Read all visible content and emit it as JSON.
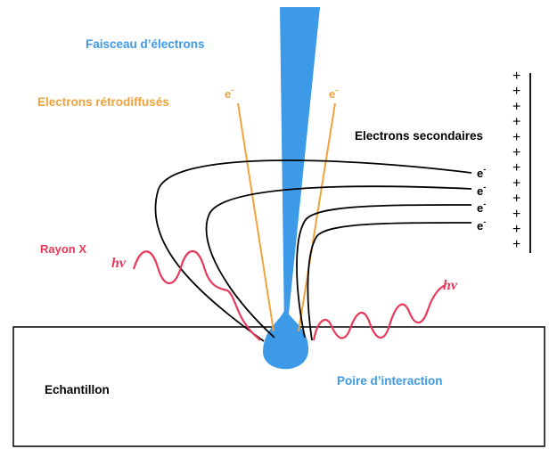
{
  "labels": {
    "beam": "Faisceau d’électrons",
    "backscattered": "Electrons rétrodiffusés",
    "secondary": "Electrons secondaires",
    "xray": "Rayon X",
    "sample": "Echantillon",
    "interaction": "Poire d’interaction",
    "photon": "hν",
    "electron": "e",
    "electron_sup": "-",
    "plus": "+"
  },
  "colors": {
    "beam": "#3d9ae8",
    "backscattered": "#f2a23c",
    "xray": "#e8395a",
    "line": "#000000"
  }
}
